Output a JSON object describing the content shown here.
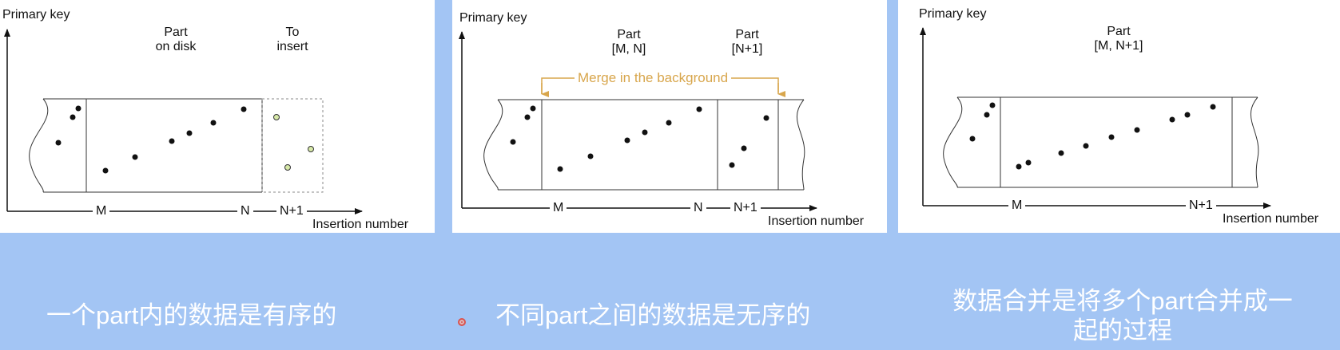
{
  "panels": [
    {
      "y_axis_label": "Primary key",
      "x_axis_label": "Insertion number",
      "part_labels": [
        "Part\non disk",
        "To\ninsert"
      ],
      "ticks": [
        "M",
        "N",
        "N+1"
      ]
    },
    {
      "y_axis_label": "Primary key",
      "x_axis_label": "Insertion number",
      "part_labels": [
        "Part\n[M, N]",
        "Part\n[N+1]"
      ],
      "merge_label": "Merge in the background",
      "ticks": [
        "M",
        "N",
        "N+1"
      ]
    },
    {
      "y_axis_label": "Primary key",
      "x_axis_label": "Insertion number",
      "part_labels": [
        "Part\n[M, N+1]"
      ],
      "ticks": [
        "M",
        "N+1"
      ]
    }
  ],
  "captions": [
    "一个part内的数据是有序的",
    "不同part之间的数据是无序的",
    "数据合并是将多个part合并成一起的过程"
  ],
  "colors": {
    "background": "#a3c5f4",
    "merge_accent": "#d8a64c",
    "new_points_fill": "#d7e9a8"
  }
}
